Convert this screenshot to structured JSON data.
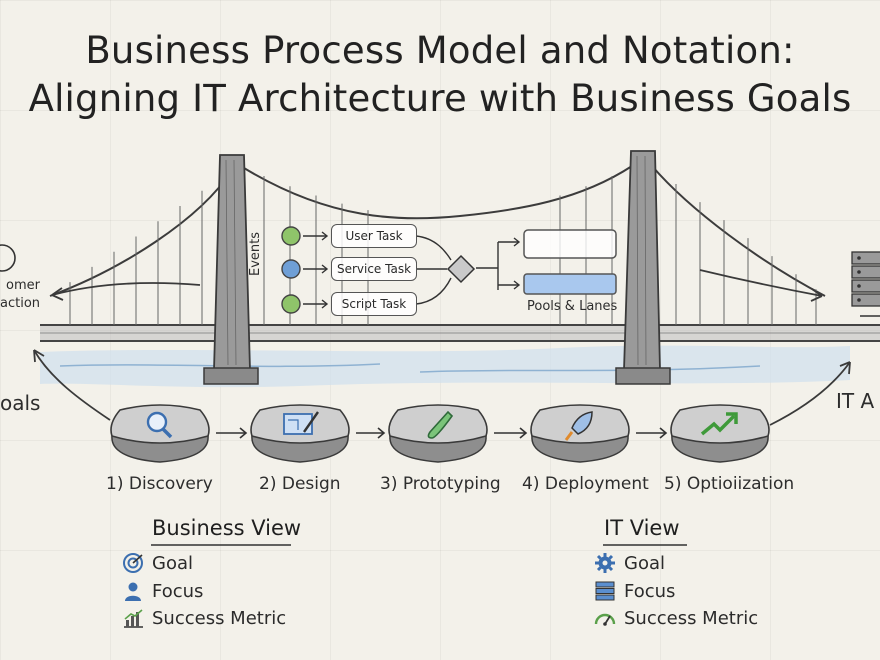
{
  "title": {
    "line1": "Business Process Model and Notation:",
    "line2": "Aligning IT Architecture with Business Goals"
  },
  "left_edge": {
    "caption_line1": "omer",
    "caption_line2": "action",
    "goals_label": "oals"
  },
  "right_edge": {
    "label": "IT A"
  },
  "bpmn": {
    "events_label": "Events",
    "tasks": [
      "User Task",
      "Service Task",
      "Script Task"
    ],
    "pools_label": "Pools & Lanes",
    "event_colors": [
      "#8fc46a",
      "#6f9fd6",
      "#8fc46a"
    ],
    "lane_fill": "#a9c8ee"
  },
  "stages": [
    {
      "label": "1) Discovery",
      "icon": "magnifier-icon"
    },
    {
      "label": "2) Design",
      "icon": "blueprint-icon"
    },
    {
      "label": "3) Prototyping",
      "icon": "test-tube-icon"
    },
    {
      "label": "4) Deployment",
      "icon": "rocket-icon"
    },
    {
      "label": "5) Optioiization",
      "icon": "trend-up-icon"
    }
  ],
  "business_view": {
    "title": "Business View",
    "items": [
      {
        "label": "Goal",
        "icon": "target-icon"
      },
      {
        "label": "Focus",
        "icon": "person-icon"
      },
      {
        "label": "Success Metric",
        "icon": "bar-chart-icon"
      }
    ]
  },
  "it_view": {
    "title": "IT View",
    "items": [
      {
        "label": "Goal",
        "icon": "gear-icon"
      },
      {
        "label": "Focus",
        "icon": "server-icon"
      },
      {
        "label": "Success Metric",
        "icon": "gauge-icon"
      }
    ]
  },
  "colors": {
    "accent_blue": "#5b8fd0",
    "accent_green": "#5aa04a",
    "ink": "#3a3a3a"
  }
}
